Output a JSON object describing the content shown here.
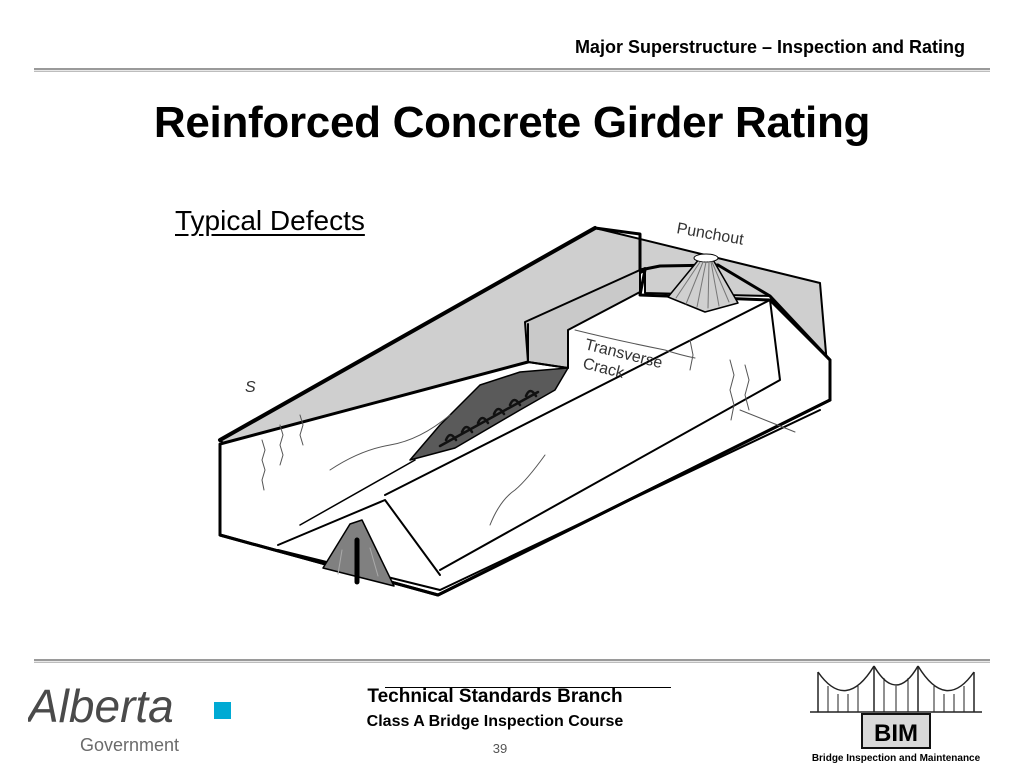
{
  "header": {
    "section_title": "Major Superstructure – Inspection and Rating"
  },
  "slide": {
    "title": "Reinforced Concrete Girder Rating",
    "subtitle": "Typical Defects"
  },
  "figure": {
    "labels": {
      "punchout": "Punchout",
      "transverse": "Transverse",
      "crack": "Crack",
      "s_mark": "S"
    }
  },
  "footer": {
    "branch": "Technical Standards Branch",
    "course": "Class A Bridge Inspection Course",
    "page_number": "39"
  },
  "logos": {
    "left": {
      "wordmark": "Alberta",
      "subtext": "Government",
      "accent_color": "#00aad4"
    },
    "right": {
      "badge": "BIM",
      "caption": "Bridge Inspection and Maintenance"
    }
  }
}
